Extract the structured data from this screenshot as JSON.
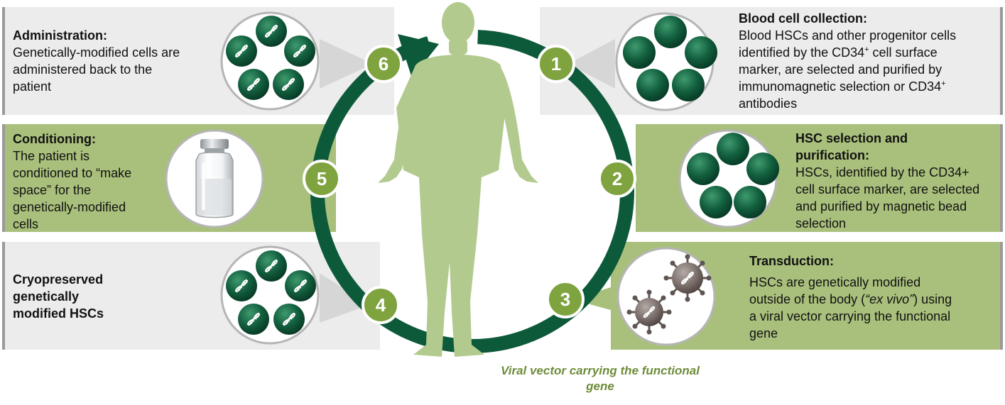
{
  "steps": {
    "s1": {
      "number": "1",
      "title": "Blood cell collection:",
      "body_a": "Blood HSCs and other progenitor cells identified by the CD34",
      "sup_a": "+",
      "body_b": " cell surface marker, are selected and purified by immunomagnetic selection or CD34",
      "sup_b": "+",
      "body_c": " antibodies"
    },
    "s2": {
      "number": "2",
      "title": "HSC selection and purification:",
      "body": "HSCs, identified by the CD34+ cell surface marker, are selected and purified by magnetic bead selection"
    },
    "s3": {
      "number": "3",
      "title": "Transduction:",
      "body_a": "HSCs are genetically modified outside of the body (",
      "body_em": "“ex vivo”",
      "body_b": ") using a viral vector carrying the functional gene"
    },
    "s4": {
      "number": "4",
      "title": "Cryopreserved genetically modified HSCs"
    },
    "s5": {
      "number": "5",
      "title": "Conditioning:",
      "body": "The patient is conditioned to “make space” for the genetically-modified cells"
    },
    "s6": {
      "number": "6",
      "title": "Administration:",
      "body": "Genetically-modified cells are administered back to the patient"
    }
  },
  "caption": "Viral vector carrying the functional gene",
  "icons": {
    "cell": "dark-green-sphere",
    "modified_cell": "dna-sphere",
    "virus": "virus-particle",
    "vial": "medicine-vial",
    "patient": "human-silhouette"
  },
  "colors": {
    "cycle_arrow": "#0d5a3a",
    "step_badge": "#7ea33f",
    "figure": "#b3ca8f",
    "green_panel": "#a9c07c",
    "grey_panel": "#ececec",
    "caption": "#6e8c3a"
  }
}
